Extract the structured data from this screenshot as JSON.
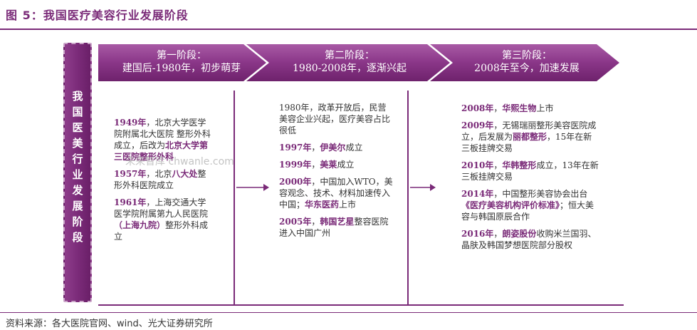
{
  "figure": {
    "title": "图 5：我国医疗美容行业发展阶段",
    "side_label": "我国医美行业发展阶段",
    "watermark": "未来智库 chwanle.com",
    "source": "资料来源：各大医院官网、wind、光大证券研究所"
  },
  "colors": {
    "accent": "#7a2a78",
    "arrow_fill": "#8a3688",
    "highlight": "#7a2a78"
  },
  "stages": [
    {
      "title": "第一阶段：",
      "subtitle": "建国后-1980年，初步萌芽"
    },
    {
      "title": "第二阶段：",
      "subtitle": "1980-2008年，逐渐兴起"
    },
    {
      "title": "第三阶段：",
      "subtitle": "2008年至今，加速发展"
    }
  ],
  "columns": [
    [
      {
        "year": "1949年",
        "pre": "，北京大学医学院附属北大医院 整形外科成立，后改为",
        "hl": "北京大学第三医院整形外科",
        "post": ""
      },
      {
        "year": "1957年",
        "pre": "，北京",
        "hl": "八大处",
        "post": "整形外科医院成立"
      },
      {
        "year": "1961年",
        "pre": "，上海交通大学医学院附属第九人民医院",
        "hl": "（上海九院）",
        "post": "整形外科成立"
      }
    ],
    [
      {
        "year": "",
        "pre": "1980年，政革开放后，民营美容企业兴起，医疗美容占比很低",
        "hl": "",
        "post": ""
      },
      {
        "year": "1997年",
        "pre": "，",
        "hl": "伊美尔",
        "post": "成立"
      },
      {
        "year": "1999年",
        "pre": "，",
        "hl": "美莱",
        "post": "成立"
      },
      {
        "year": "2000年",
        "pre": "，中国加入WTO，美容观念、技术、材料加速传入中国；",
        "hl": "华东医药",
        "post": "上市"
      },
      {
        "year": "2005年",
        "pre": "，",
        "hl": "韩国艺星",
        "post": "整容医院进入中国广州"
      }
    ],
    [
      {
        "year": "2008年",
        "pre": "，",
        "hl": "华熙生物",
        "post": "上市"
      },
      {
        "year": "2009年",
        "pre": "，无锡瑞丽整形美容医院成立，后发展为",
        "hl": "丽都整形",
        "post": "，15年在新三板挂牌交易"
      },
      {
        "year": "2010年",
        "pre": "，",
        "hl": "华韩整形",
        "post": "成立，13年在新三板挂牌交易"
      },
      {
        "year": "2014年",
        "pre": "，中国整形美容协会出台",
        "hl": "《医疗美容机构评价标准》",
        "post": "；恒大美容与韩国原辰合作"
      },
      {
        "year": "2016年",
        "pre": "，",
        "hl": "朗姿股份",
        "post": "收购米兰国羽、晶肤及韩国梦想医院部分股权"
      }
    ]
  ]
}
